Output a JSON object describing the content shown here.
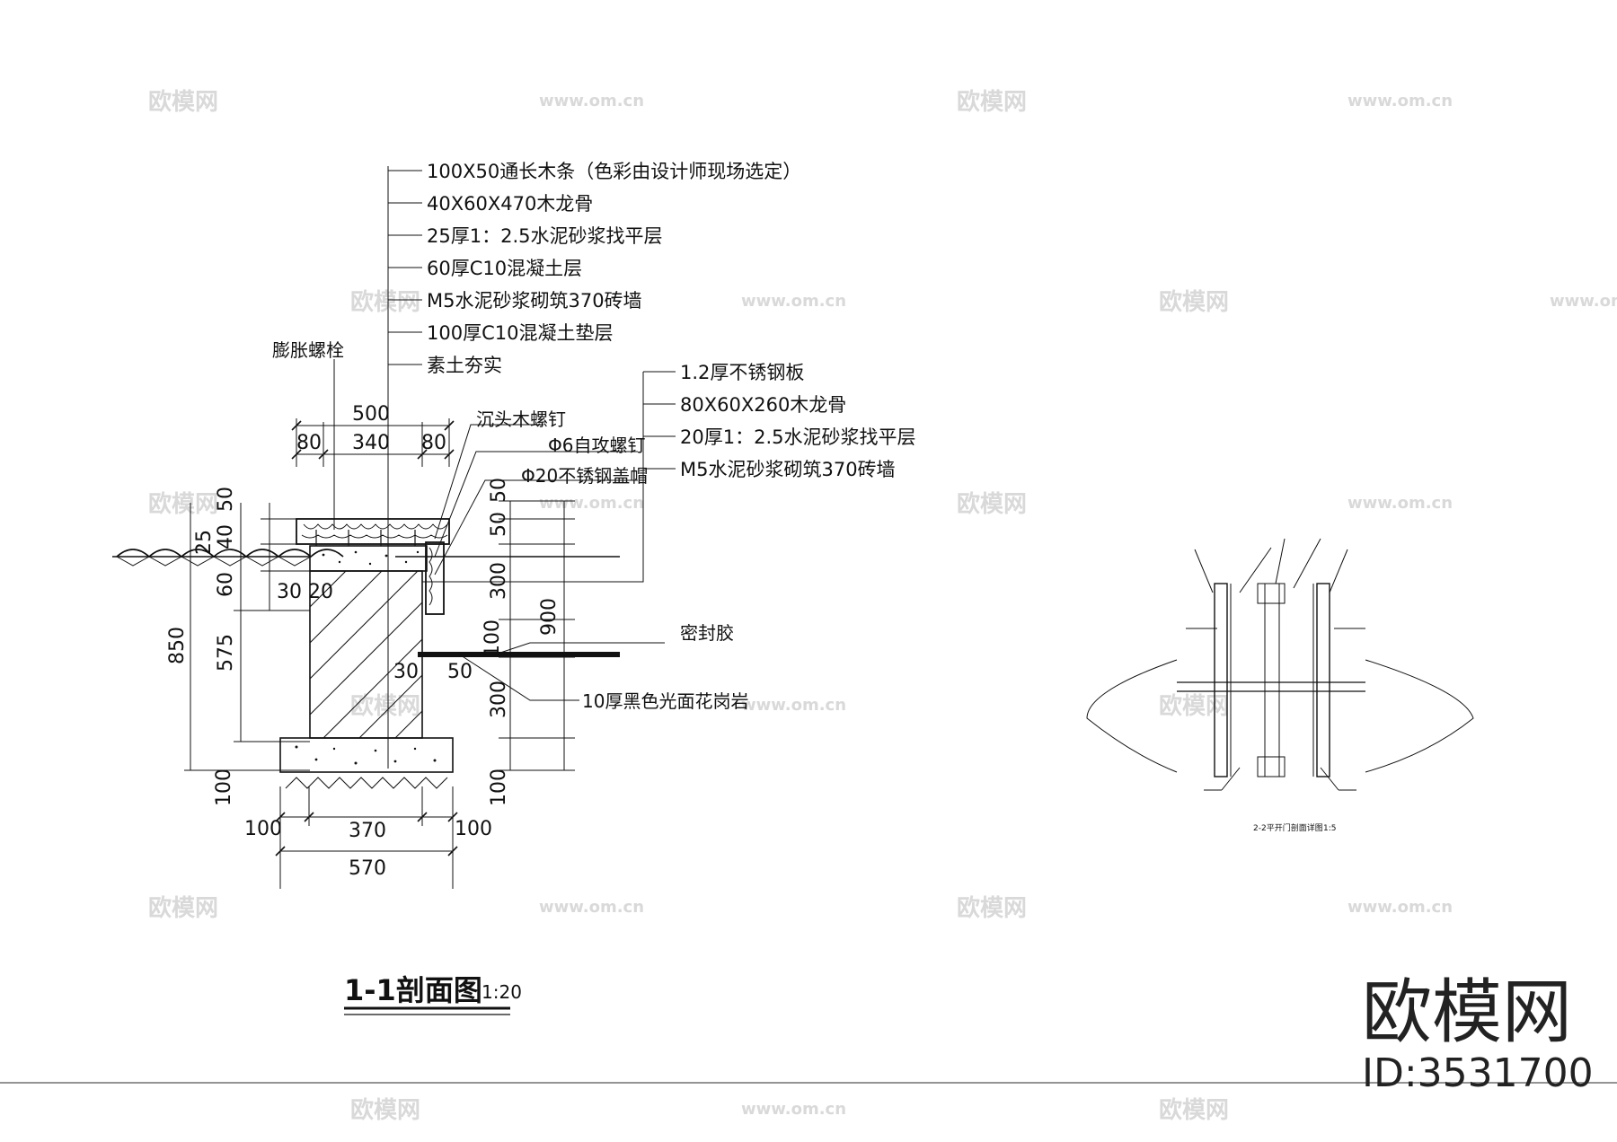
{
  "section": {
    "title": "1-1剖面图",
    "scale": "1:20",
    "top_callouts": [
      "100X50通长木条（色彩由设计师现场选定）",
      "40X60X470木龙骨",
      "25厚1：2.5水泥砂浆找平层",
      "60厚C10混凝土层",
      "M5水泥砂浆砌筑370砖墙",
      "100厚C10混凝土垫层",
      "素土夯实"
    ],
    "right_callouts": [
      "1.2厚不锈钢板",
      "80X60X260木龙骨",
      "20厚1：2.5水泥砂浆找平层",
      "M5水泥砂浆砌筑370砖墙"
    ],
    "labels": {
      "expansion_bolt": "膨胀螺栓",
      "countersunk_screw": "沉头木螺钉",
      "tapping_screw": "Φ6自攻螺钉",
      "steel_cap": "Φ20不锈钢盖帽",
      "sealant": "密封胶",
      "granite": "10厚黑色光面花岗岩"
    },
    "dims": {
      "top_total": "500",
      "top_left": "80",
      "top_mid": "340",
      "top_right": "80",
      "left_50": "50",
      "left_40": "40",
      "left_25": "25",
      "left_60": "60",
      "left_575": "575",
      "left_850": "850",
      "left_100": "100",
      "inner_30": "30",
      "inner_20": "20",
      "right_50a": "50",
      "right_50b": "50",
      "right_300a": "300",
      "right_900": "900",
      "right_100": "100",
      "right_300b": "300",
      "right_100b": "100",
      "low_30": "30",
      "low_50": "50",
      "bottom_100l": "100",
      "bottom_370": "370",
      "bottom_100r": "100",
      "bottom_570": "570"
    }
  },
  "detail": {
    "caption": "2-2平开门剖面详图",
    "scale": "1:5"
  },
  "watermark": {
    "logo_text": "欧模网",
    "url_text": "www.om.cn",
    "brand": "欧模网",
    "id": "ID:3531700"
  }
}
